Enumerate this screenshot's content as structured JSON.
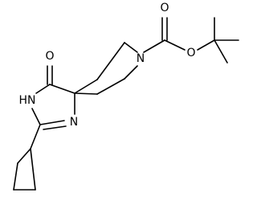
{
  "colors": {
    "bond": "#000000",
    "label": "#000000",
    "background": "#ffffff"
  },
  "atoms": {
    "ketone_o": "O",
    "ester_carbonyl_o": "O",
    "ester_o": "O",
    "piperidine_n": "N",
    "amide_nh": "HN",
    "imine_n": "N"
  }
}
